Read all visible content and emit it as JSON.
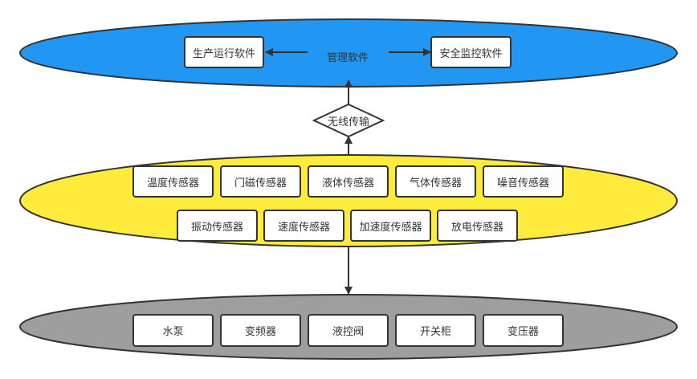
{
  "layers": {
    "management": {
      "title": "管理软件",
      "fill": "#2196F3",
      "items": [
        "生产运行软件",
        "安全监控软件"
      ]
    },
    "transmission": {
      "label": "无线传输"
    },
    "sensors": {
      "fill": "#FFEB3B",
      "row1": [
        "温度传感器",
        "门磁传感器",
        "液体传感器",
        "气体传感器",
        "噪音传感器"
      ],
      "row2": [
        "振动传感器",
        "速度传感器",
        "加速度传感器",
        "放电传感器"
      ]
    },
    "devices": {
      "fill": "#9E9E9E",
      "items": [
        "水泵",
        "变频器",
        "液控阀",
        "开关柜",
        "变压器"
      ]
    }
  }
}
